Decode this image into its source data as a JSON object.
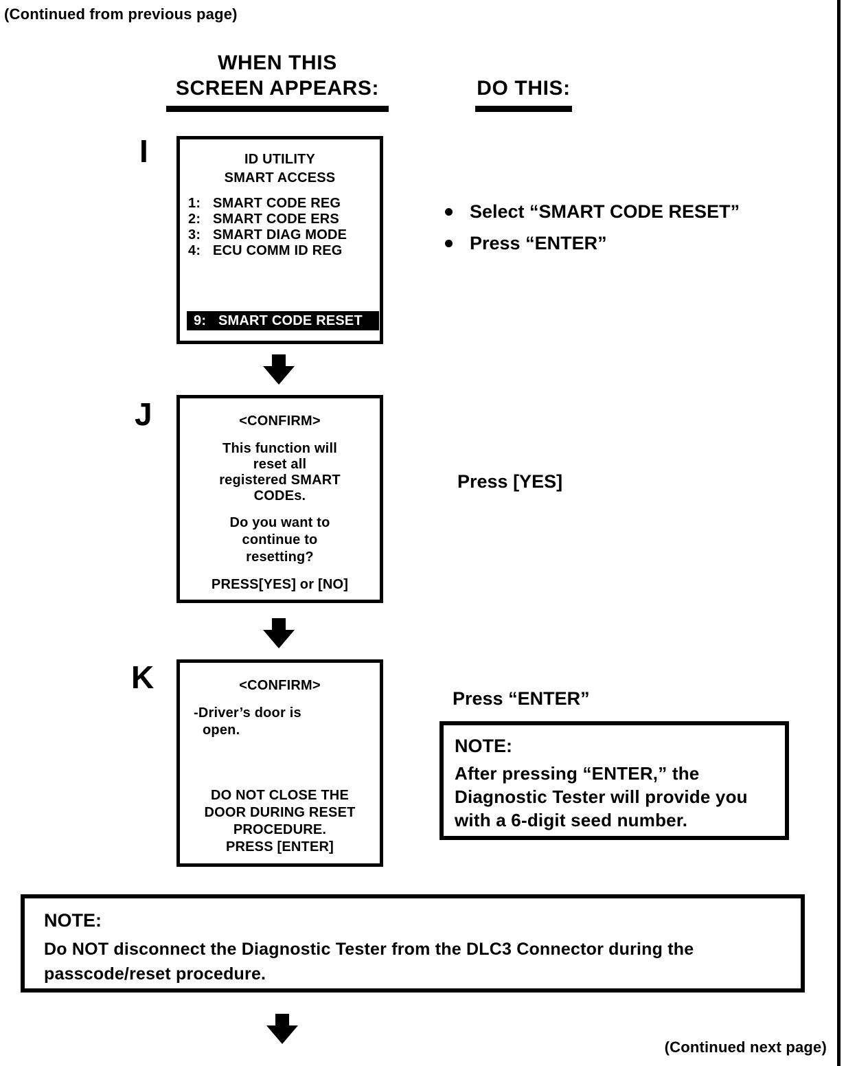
{
  "page": {
    "continued_from": "(Continued from previous page)",
    "continued_next": "(Continued next page)",
    "left_column_header": "WHEN THIS\nSCREEN APPEARS:",
    "right_column_header": "DO THIS:"
  },
  "steps": [
    {
      "label": "I",
      "screen": {
        "title": "ID UTILITY\nSMART ACCESS",
        "menu": [
          {
            "num": "1:",
            "text": "SMART CODE REG"
          },
          {
            "num": "2:",
            "text": "SMART CODE ERS"
          },
          {
            "num": "3:",
            "text": "SMART DIAG MODE"
          },
          {
            "num": "4:",
            "text": "ECU COMM ID REG"
          }
        ],
        "highlighted": {
          "num": "9:",
          "text": "SMART CODE RESET"
        }
      },
      "actions": [
        "Select “SMART CODE RESET”",
        "Press “ENTER”"
      ]
    },
    {
      "label": "J",
      "screen": {
        "heading": "<CONFIRM>",
        "body1": "This function will\nreset all\nregistered SMART\nCODEs.",
        "body2": "Do you want to\ncontinue to\nresetting?",
        "footer": "PRESS[YES] or [NO]"
      },
      "action": "Press [YES]"
    },
    {
      "label": "K",
      "screen": {
        "heading": "<CONFIRM>",
        "body1_line1": "-Driver’s door is",
        "body1_line2": "open.",
        "body2": "DO NOT CLOSE THE\nDOOR DURING RESET\nPROCEDURE.",
        "footer": "PRESS [ENTER]"
      },
      "action": "Press “ENTER”",
      "note": {
        "title": "NOTE:",
        "body": "After pressing “ENTER,” the\nDiagnostic Tester will provide you\nwith a 6-digit seed number."
      }
    }
  ],
  "bottom_note": {
    "title": "NOTE:",
    "body": "Do NOT disconnect the Diagnostic Tester from the DLC3 Connector during the\npasscode/reset procedure."
  }
}
